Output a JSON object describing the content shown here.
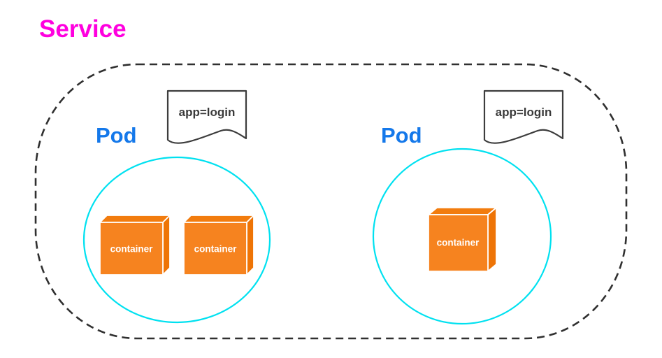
{
  "title": "Service",
  "pods": [
    {
      "label": "Pod",
      "selector": "app=login",
      "containers": [
        {
          "label": "container"
        },
        {
          "label": "container"
        }
      ]
    },
    {
      "label": "Pod",
      "selector": "app=login",
      "containers": [
        {
          "label": "container"
        }
      ]
    }
  ],
  "colors": {
    "service_title": "#ff00df",
    "pod_label": "#1478ea",
    "pod_circle_stroke": "#00e1f0",
    "container_front": "#f6831f",
    "container_top": "#f27c0e",
    "container_side": "#ee7406",
    "boundary_dash": "#303030",
    "selector_note_border": "#3d3d3d",
    "background": "#ffffff"
  }
}
